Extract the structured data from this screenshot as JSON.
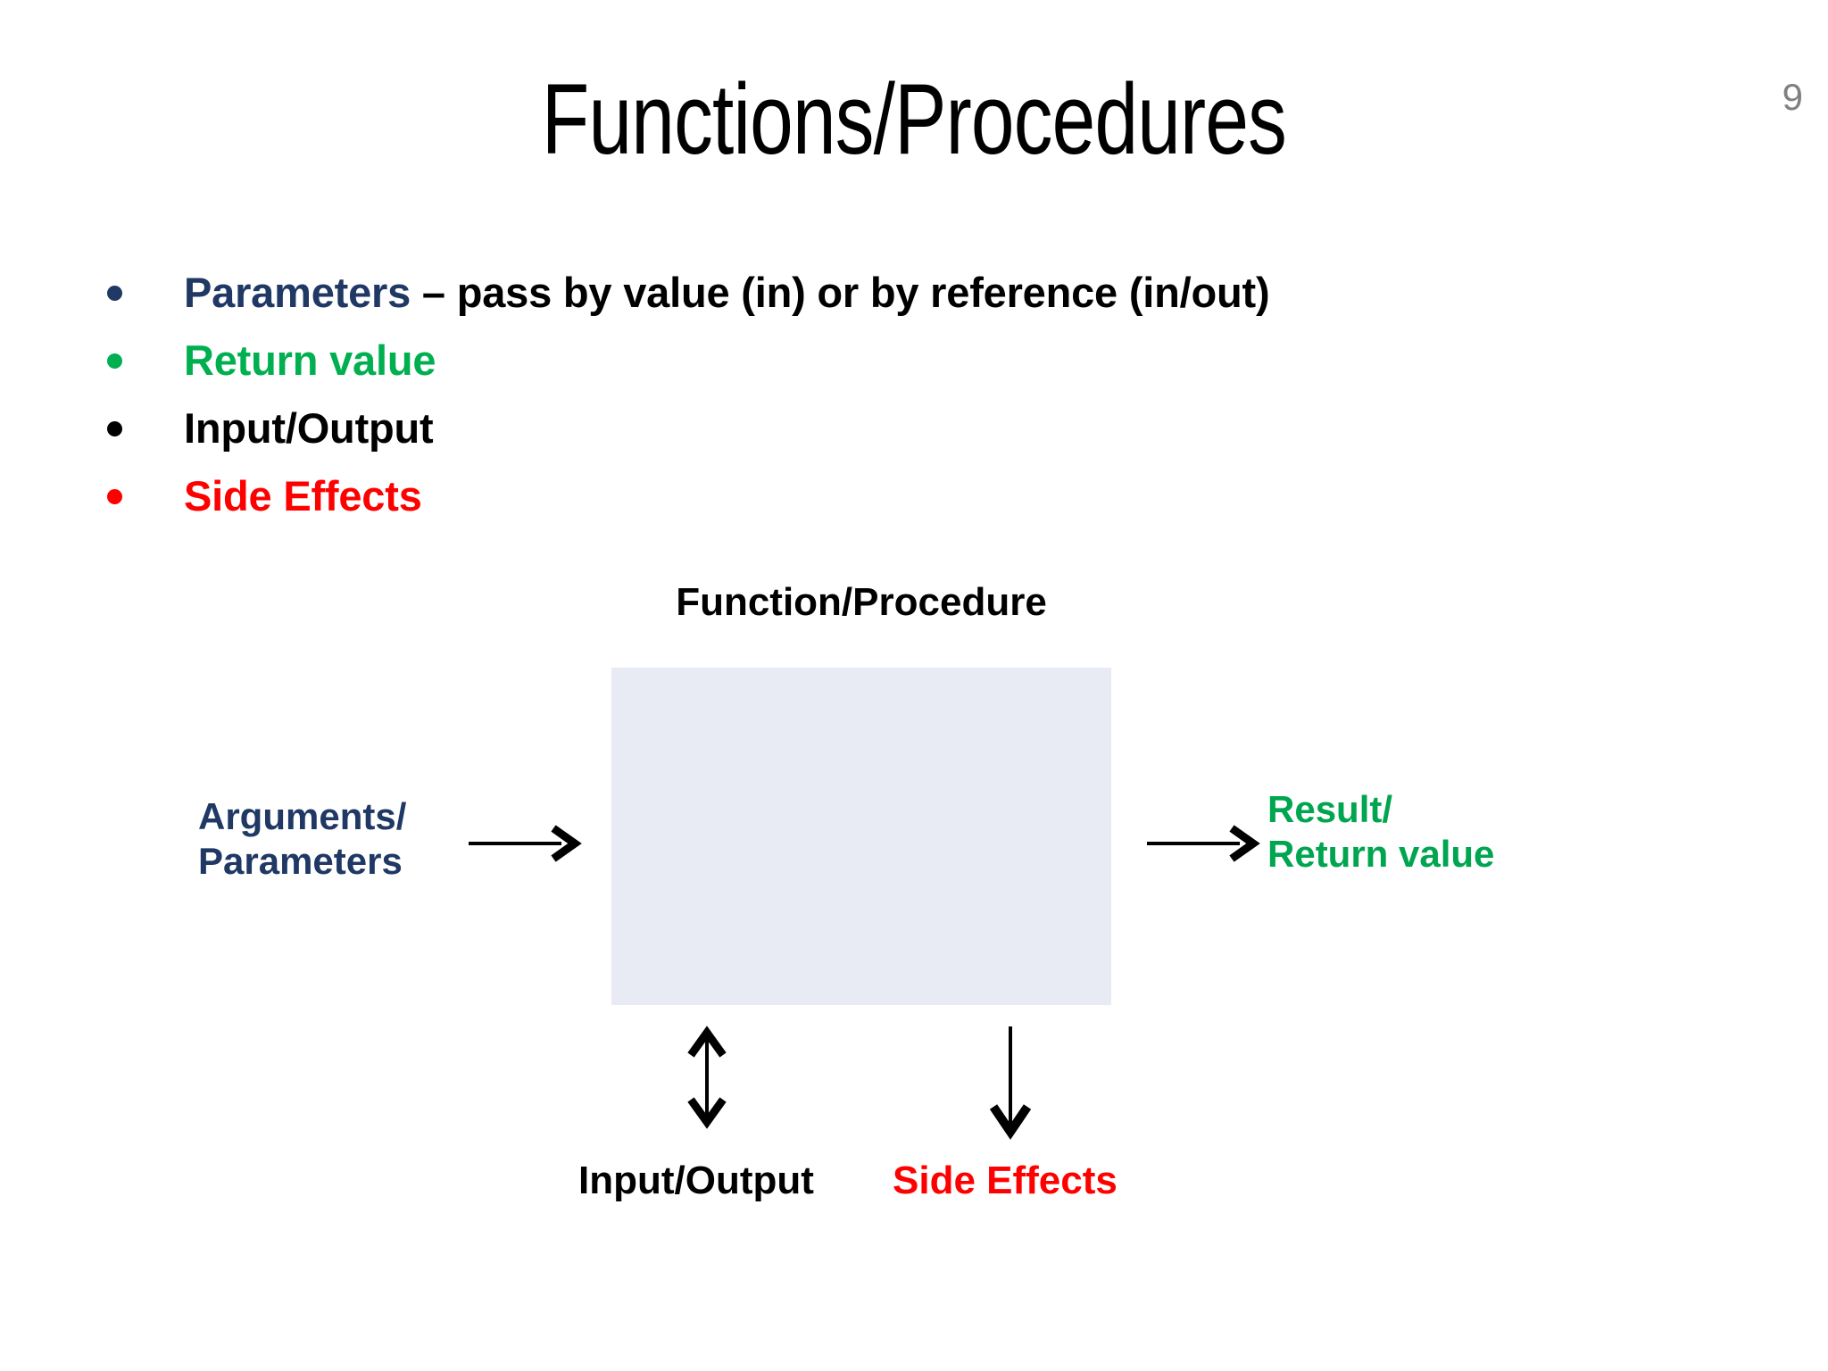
{
  "slide": {
    "title": "Functions/Procedures",
    "page_number": "9",
    "background_color": "#ffffff"
  },
  "bullets": [
    {
      "lead": "Parameters",
      "rest": " – pass by value (in) or by reference (in/out)",
      "lead_color": "#1f3864",
      "dot_color": "#1f3864"
    },
    {
      "lead": "Return value",
      "rest": "",
      "lead_color": "#00b050",
      "dot_color": "#00b050"
    },
    {
      "lead": "Input/Output",
      "rest": "",
      "lead_color": "#000000",
      "dot_color": "#000000"
    },
    {
      "lead": "Side Effects",
      "rest": "",
      "lead_color": "#ff0000",
      "dot_color": "#ff0000"
    }
  ],
  "diagram": {
    "box_label": "Function/Procedure",
    "box_fill_color": "#e8ebf3",
    "left_label_line1": "Arguments/",
    "left_label_line2": "Parameters",
    "left_label_color": "#1f3864",
    "right_label_line1": "Result/",
    "right_label_line2": "Return value",
    "right_label_color": "#00a550",
    "bottom_label_io": "Input/Output",
    "bottom_label_io_color": "#000000",
    "bottom_label_side_effects": "Side Effects",
    "bottom_label_side_effects_color": "#ff0000",
    "arrows": {
      "input_arrow": "arrow-right",
      "output_arrow": "arrow-right",
      "io_arrow": "arrow-up-down",
      "side_effects_arrow": "arrow-down"
    }
  }
}
